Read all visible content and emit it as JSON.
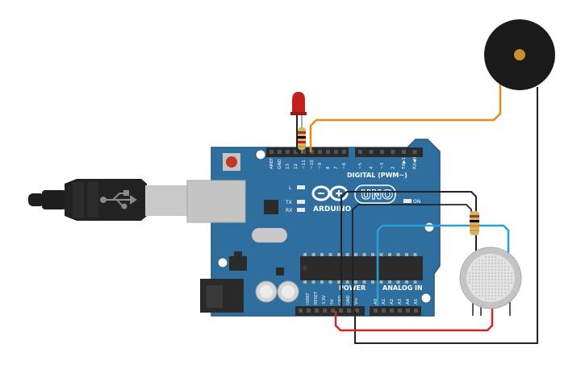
{
  "board": {
    "name": "UNO",
    "brand": "ARDUINO",
    "digital_header_label": "DIGITAL (PWM~)",
    "power_label": "POWER",
    "analog_label": "ANALOG IN",
    "on_label": "ON",
    "led_l_label": "L",
    "tx_label": "TX",
    "rx_label": "RX",
    "digital_pins": [
      "AREF",
      "GND",
      "13",
      "12",
      "~11",
      "~10",
      "~9",
      "8",
      "7",
      "~6",
      "~5",
      "4",
      "~3",
      "2",
      "TX▶1",
      "RX◀0"
    ],
    "power_pins": [
      "IOREF",
      "RESET",
      "3.3V",
      "5V",
      "GND",
      "GND",
      "Vin"
    ],
    "analog_pins": [
      "A0",
      "A1",
      "A2",
      "A3",
      "A4",
      "A5"
    ]
  },
  "colors": {
    "board": "#2f6f9f",
    "board_dark": "#245a82",
    "header": "#2b2b2b",
    "wire_orange": "#e88a1a",
    "wire_black": "#222222",
    "wire_red": "#d42626",
    "wire_blue": "#2a9fd6",
    "led_red": "#c0201e",
    "buzzer": "#1a1a1a",
    "buzzer_center": "#c8912e",
    "sensor_body": "#d9d9d9"
  },
  "components": {
    "usb_cable": "usb-plug",
    "led": "red-led",
    "resistor_led": "resistor",
    "resistor_sensor": "resistor",
    "buzzer": "piezo-buzzer",
    "gas_sensor": "gas-sensor"
  }
}
